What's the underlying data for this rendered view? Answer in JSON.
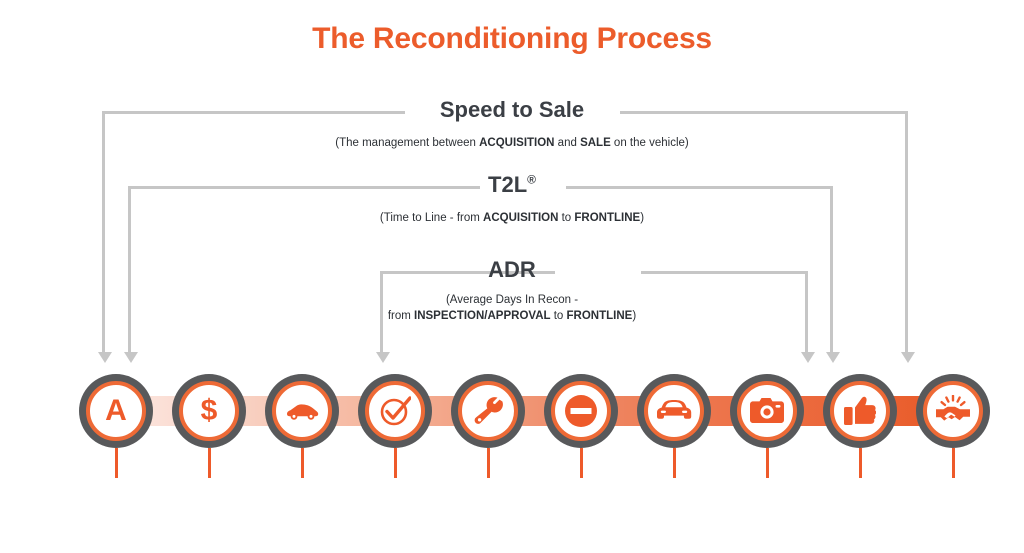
{
  "page": {
    "title": "The Reconditioning Process",
    "accent_color": "#ec5c2b",
    "ring_color": "#58595b",
    "icon_orange": "#ee6a36",
    "line_gray": "#c6c6c6",
    "text_dark": "#3b3f45"
  },
  "measures": [
    {
      "id": "speed-to-sale",
      "label": "Speed to Sale",
      "subtitle_lines": [
        [
          {
            "t": "(The management between ",
            "bold": false
          },
          {
            "t": "ACQUISITION",
            "bold": true
          },
          {
            "t": " and ",
            "bold": false
          },
          {
            "t": "SALE",
            "bold": true
          },
          {
            "t": " on the vehicle)",
            "bold": false
          }
        ]
      ],
      "subtitle_plain": "(The management between ACQUISITION and SALE on the vehicle)",
      "span_from_node": 1,
      "span_to_node": 10
    },
    {
      "id": "t2l",
      "label": "T2L",
      "registered_mark": "®",
      "subtitle_lines": [
        [
          {
            "t": "(Time to Line - from ",
            "bold": false
          },
          {
            "t": "ACQUISITION",
            "bold": true
          },
          {
            "t": " to ",
            "bold": false
          },
          {
            "t": "FRONTLINE",
            "bold": true
          },
          {
            "t": ")",
            "bold": false
          }
        ]
      ],
      "subtitle_plain": "(Time to Line - from ACQUISITION to FRONTLINE)",
      "span_from_node": 2,
      "span_to_node": 9
    },
    {
      "id": "adr",
      "label": "ADR",
      "subtitle_lines": [
        [
          {
            "t": "(Average Days In Recon -",
            "bold": false
          }
        ],
        [
          {
            "t": "from ",
            "bold": false
          },
          {
            "t": "INSPECTION/APPROVAL",
            "bold": true
          },
          {
            "t": " to ",
            "bold": false
          },
          {
            "t": "FRONTLINE",
            "bold": true
          },
          {
            "t": ")",
            "bold": false
          }
        ]
      ],
      "subtitle_plain_1": "(Average Days In Recon -",
      "subtitle_plain_2": "from INSPECTION/APPROVAL to FRONTLINE)",
      "span_from_node": 4,
      "span_to_node": 8
    }
  ],
  "process_nodes": [
    {
      "index": 1,
      "icon": "letter-a-icon",
      "glyph": "A"
    },
    {
      "index": 2,
      "icon": "dollar-sign-icon",
      "glyph": "$"
    },
    {
      "index": 3,
      "icon": "car-side-icon",
      "glyph": ""
    },
    {
      "index": 4,
      "icon": "check-circle-icon",
      "glyph": ""
    },
    {
      "index": 5,
      "icon": "wrench-icon",
      "glyph": ""
    },
    {
      "index": 6,
      "icon": "no-entry-icon",
      "glyph": ""
    },
    {
      "index": 7,
      "icon": "car-front-icon",
      "glyph": ""
    },
    {
      "index": 8,
      "icon": "camera-icon",
      "glyph": ""
    },
    {
      "index": 9,
      "icon": "thumbs-up-icon",
      "glyph": ""
    },
    {
      "index": 10,
      "icon": "handshake-icon",
      "glyph": ""
    }
  ],
  "flow_arrow": {
    "icon": "right-arrow-icon",
    "direction": "right"
  }
}
